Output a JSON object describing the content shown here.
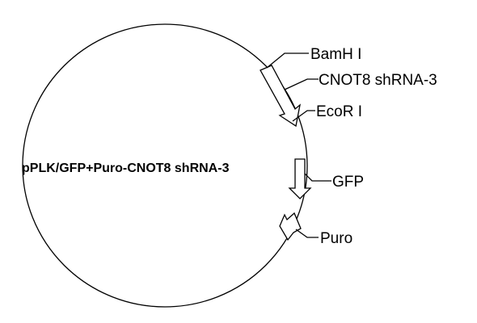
{
  "plasmid": {
    "name": "pPLK/GFP+Puro-CNOT8 shRNA-3"
  },
  "features": {
    "bamh1": "BamH I",
    "shrna": "CNOT8 shRNA-3",
    "ecor1": "EcoR I",
    "gfp": "GFP",
    "puro": "Puro"
  },
  "colors": {
    "line": "#000000",
    "background": "#ffffff"
  }
}
